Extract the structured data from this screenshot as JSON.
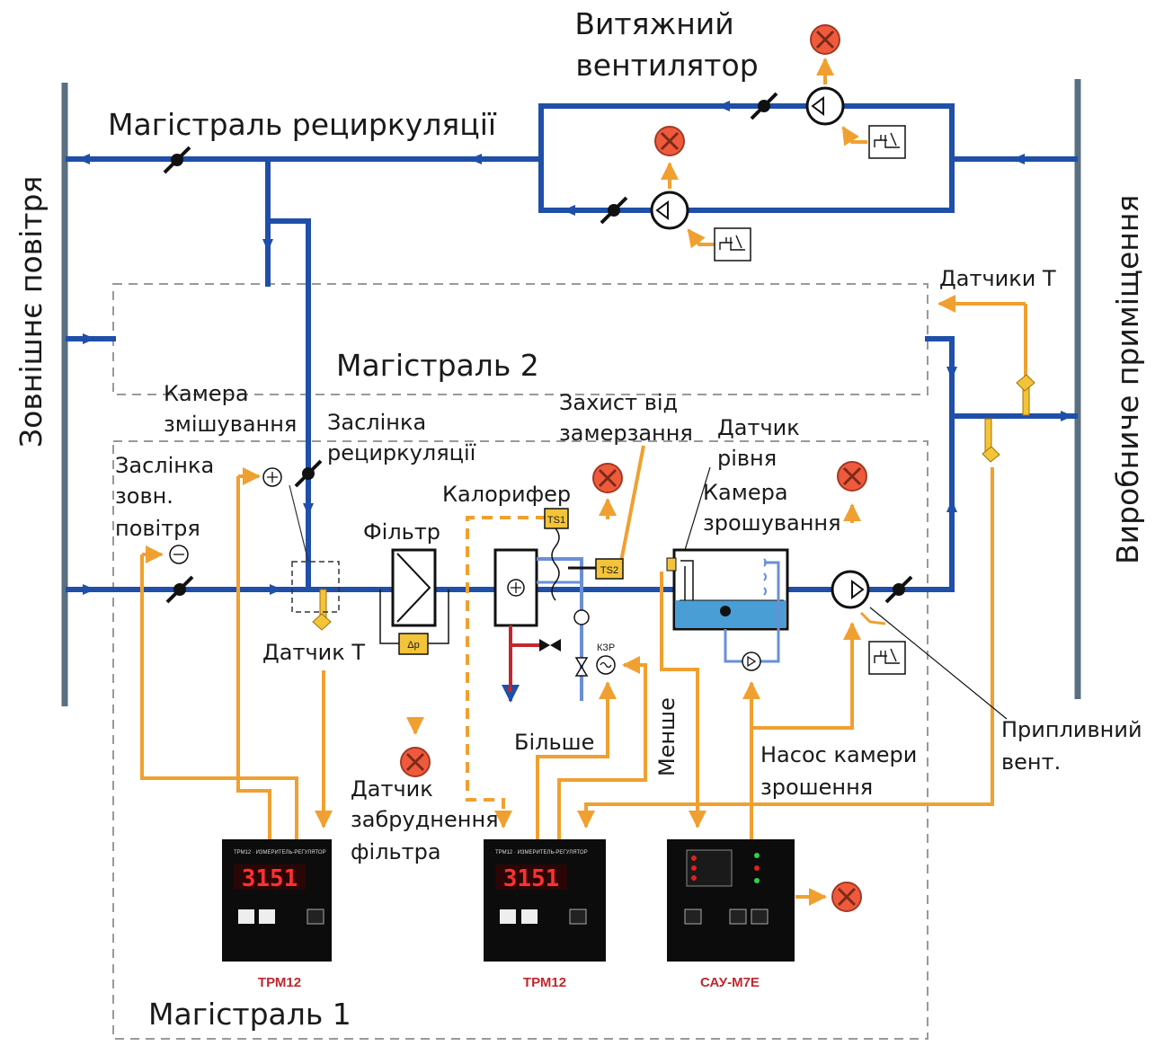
{
  "labels": {
    "exhaust_fan": [
      "Витяжний",
      "вентилятор"
    ],
    "recirc_main": "Магістраль рециркуляції",
    "outside_air": "Зовнішнє повітря",
    "production_room": "Виробниче приміщення",
    "temp_sensors": "Датчики Т",
    "main2": "Магістраль 2",
    "main1": "Магістраль 1",
    "mixing_chamber": [
      "Камера",
      "змішування"
    ],
    "recirc_damper": [
      "Заслінка",
      "рециркуляції"
    ],
    "outside_damper": [
      "Заслінка",
      "зовн.",
      "повітря"
    ],
    "frost_protect": [
      "Захист від",
      "замерзання"
    ],
    "level_sensor": [
      "Датчик",
      "рівня"
    ],
    "spray_chamber": [
      "Камера",
      "зрошування"
    ],
    "heater": "Калорифер",
    "filter": "Фільтр",
    "temp_sensor": "Датчик Т",
    "more": "Більше",
    "less": "Менше",
    "spray_pump": [
      "Насос камери",
      "зрошення"
    ],
    "supply_fan": [
      "Припливний",
      "вент."
    ],
    "filter_dirt": [
      "Датчик",
      "забруднення",
      "фільтра"
    ],
    "kzr": "КЗР",
    "ts1": "TS1",
    "ts2": "TS2",
    "dp": "Δp"
  },
  "devices": [
    {
      "name": "ТРМ12",
      "display": "3151"
    },
    {
      "name": "ТРМ12",
      "display": "3151"
    },
    {
      "name": "САУ-М7Е"
    }
  ],
  "colors": {
    "pipe": "#1f4fa8",
    "signal": "#f0a030",
    "wall": "#5a6f80",
    "alarm": "#f05a3c",
    "sensor": "#f3c43a",
    "water": "#4a9ed6",
    "hot": "#c0282e"
  }
}
